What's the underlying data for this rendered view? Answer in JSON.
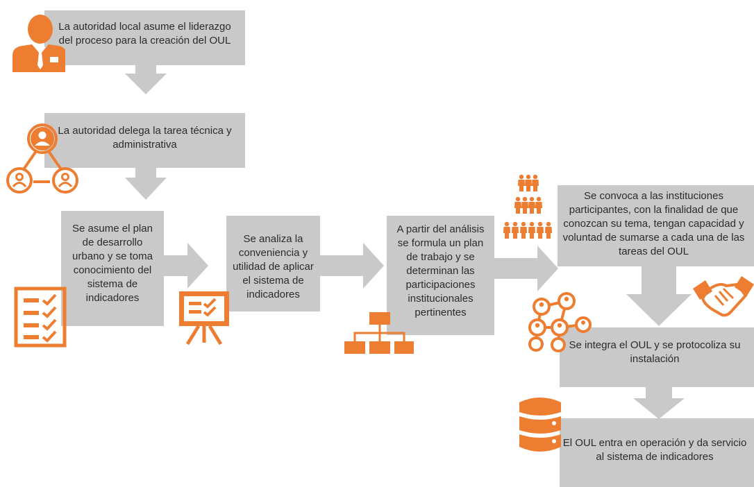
{
  "colors": {
    "accent": "#ed7d31",
    "box": "#c9c9c9",
    "arrow": "#c9c9c9",
    "text": "#2b2b2b"
  },
  "steps": [
    {
      "id": "step1",
      "text": "La autoridad local asume el liderazgo del proceso para la creación del OUL",
      "icon": "leader-icon"
    },
    {
      "id": "step2",
      "text": "La autoridad delega la tarea técnica y administrativa",
      "icon": "delegation-network-icon"
    },
    {
      "id": "step3",
      "text": "Se asume el plan de desarrollo urbano y se toma conocimiento del sistema de indicadores",
      "icon": "checklist-icon"
    },
    {
      "id": "step4",
      "text": "Se analiza la conveniencia y utilidad de aplicar el sistema de indicadores",
      "icon": "presentation-board-icon"
    },
    {
      "id": "step5",
      "text": "A partir del análisis se formula un plan de trabajo y se determinan las participaciones institucionales pertinentes",
      "icon": "org-chart-icon"
    },
    {
      "id": "step6",
      "text": "Se convoca a las instituciones participantes, con la finalidad de que conozcan su tema, tengan capacidad y voluntad de sumarse a cada una de las tareas del OUL",
      "icon": "crowd-icon"
    },
    {
      "id": "step7",
      "text": "Se integra el OUL y se protocoliza su instalación",
      "icon": "network-people-icon"
    },
    {
      "id": "step8",
      "text": "El OUL entra en operación y da servicio al sistema de indicadores",
      "icon": "database-icon"
    }
  ]
}
